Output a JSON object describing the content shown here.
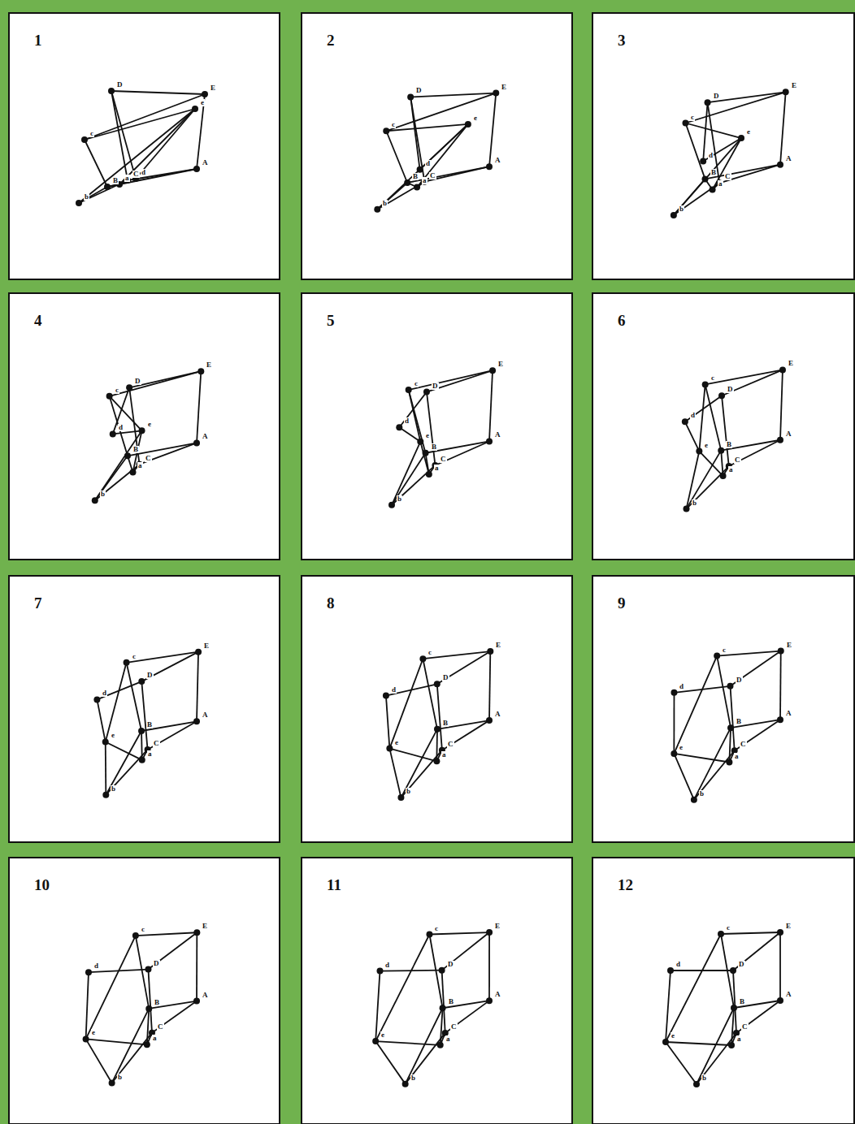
{
  "diagram": {
    "labels": [
      "1",
      "A",
      "B",
      "C",
      "D",
      "E",
      "a",
      "b",
      "c",
      "d",
      "e",
      "2",
      "A",
      "B",
      "C",
      "D",
      "E",
      "a",
      "b",
      "c",
      "d",
      "e",
      "3",
      "A",
      "B",
      "C",
      "D",
      "E",
      "a",
      "b",
      "c",
      "d",
      "e",
      "4",
      "A",
      "B",
      "C",
      "D",
      "E",
      "a",
      "b",
      "c",
      "d",
      "e",
      "5",
      "A",
      "B",
      "C",
      "D",
      "E",
      "a",
      "b",
      "c",
      "d",
      "e",
      "6",
      "A",
      "B",
      "C",
      "D",
      "E",
      "a",
      "b",
      "c",
      "d",
      "e",
      "7",
      "A",
      "B",
      "C",
      "D",
      "E",
      "a",
      "b",
      "c",
      "d",
      "e",
      "8",
      "A",
      "B",
      "C",
      "D",
      "E",
      "a",
      "b",
      "c",
      "d",
      "e",
      "9",
      "A",
      "B",
      "C",
      "D",
      "E",
      "a",
      "b",
      "c",
      "d",
      "e",
      "10",
      "A",
      "B",
      "C",
      "D",
      "E",
      "a",
      "b",
      "c",
      "d",
      "e",
      "11",
      "A",
      "B",
      "C",
      "D",
      "E",
      "a",
      "b",
      "c",
      "d",
      "e",
      "12",
      "A",
      "B",
      "C",
      "D",
      "E",
      "a",
      "b",
      "c",
      "d",
      "e"
    ]
  }
}
